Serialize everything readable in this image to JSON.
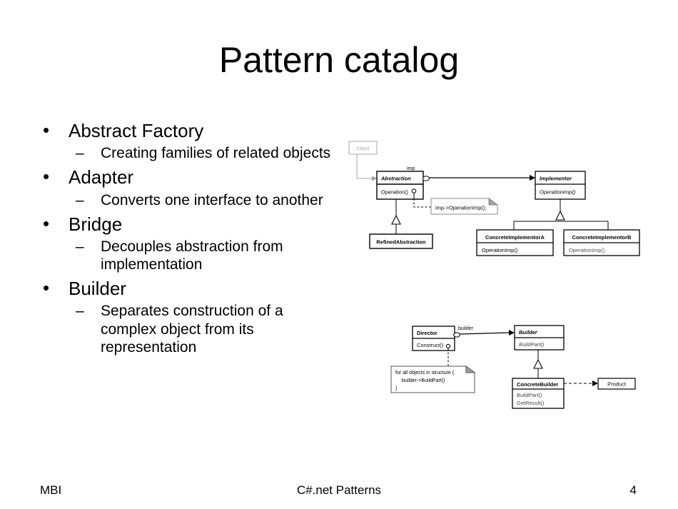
{
  "slide": {
    "title": "Pattern catalog",
    "bullets": [
      {
        "level": 1,
        "marker": "•",
        "text": "Abstract Factory"
      },
      {
        "level": 2,
        "marker": "–",
        "text": "Creating families of related objects"
      },
      {
        "level": 1,
        "marker": "•",
        "text": "Adapter"
      },
      {
        "level": 2,
        "marker": "–",
        "text": "Converts one interface to another"
      },
      {
        "level": 1,
        "marker": "•",
        "text": "Bridge"
      },
      {
        "level": 2,
        "marker": "–",
        "text": "Decouples abstraction from implementation"
      },
      {
        "level": 1,
        "marker": "•",
        "text": "Builder"
      },
      {
        "level": 2,
        "marker": "–",
        "text": "Separates construction of a complex object from its representation"
      }
    ],
    "footer": {
      "left": "MBI",
      "center": "C#.net Patterns",
      "page_number": "4"
    }
  },
  "diagrams": {
    "bridge": {
      "name": "bridge-pattern-uml",
      "classes": {
        "client": {
          "name": "Client",
          "style": "greyed"
        },
        "abstraction": {
          "name": "Abstraction",
          "operations": [
            "Operation()"
          ],
          "style": "abstract"
        },
        "refined_abstraction": {
          "name": "RefinedAbstraction",
          "operations": []
        },
        "implementor": {
          "name": "Implementor",
          "operations": [
            "OperationImp()"
          ],
          "style": "abstract"
        },
        "concrete_a": {
          "name": "ConcreteImplementorA",
          "operations": [
            "OperationImp()"
          ]
        },
        "concrete_b": {
          "name": "ConcreteImplementorB",
          "operations": [
            "OperationImp()"
          ]
        }
      },
      "association_label": "imp",
      "note": "imp->OperationImp();"
    },
    "builder": {
      "name": "builder-pattern-uml",
      "classes": {
        "director": {
          "name": "Director",
          "operations": [
            "Construct()"
          ]
        },
        "builder": {
          "name": "Builder",
          "operations": [
            "BuildPart()"
          ],
          "style": "abstract"
        },
        "concrete_builder": {
          "name": "ConcreteBuilder",
          "operations": [
            "BuildPart()",
            "GetResult()"
          ]
        },
        "product": {
          "name": "Product",
          "operations": []
        }
      },
      "association_label": "builder",
      "note_lines": [
        "for all objects in structure {",
        "builder->BuildPart()",
        "}"
      ]
    }
  },
  "colors": {
    "ink": "#000000",
    "greyed": "#a6a6a6",
    "note_fill": "#ffffff",
    "note_fold": "#a0a0a0",
    "background": "#ffffff"
  }
}
